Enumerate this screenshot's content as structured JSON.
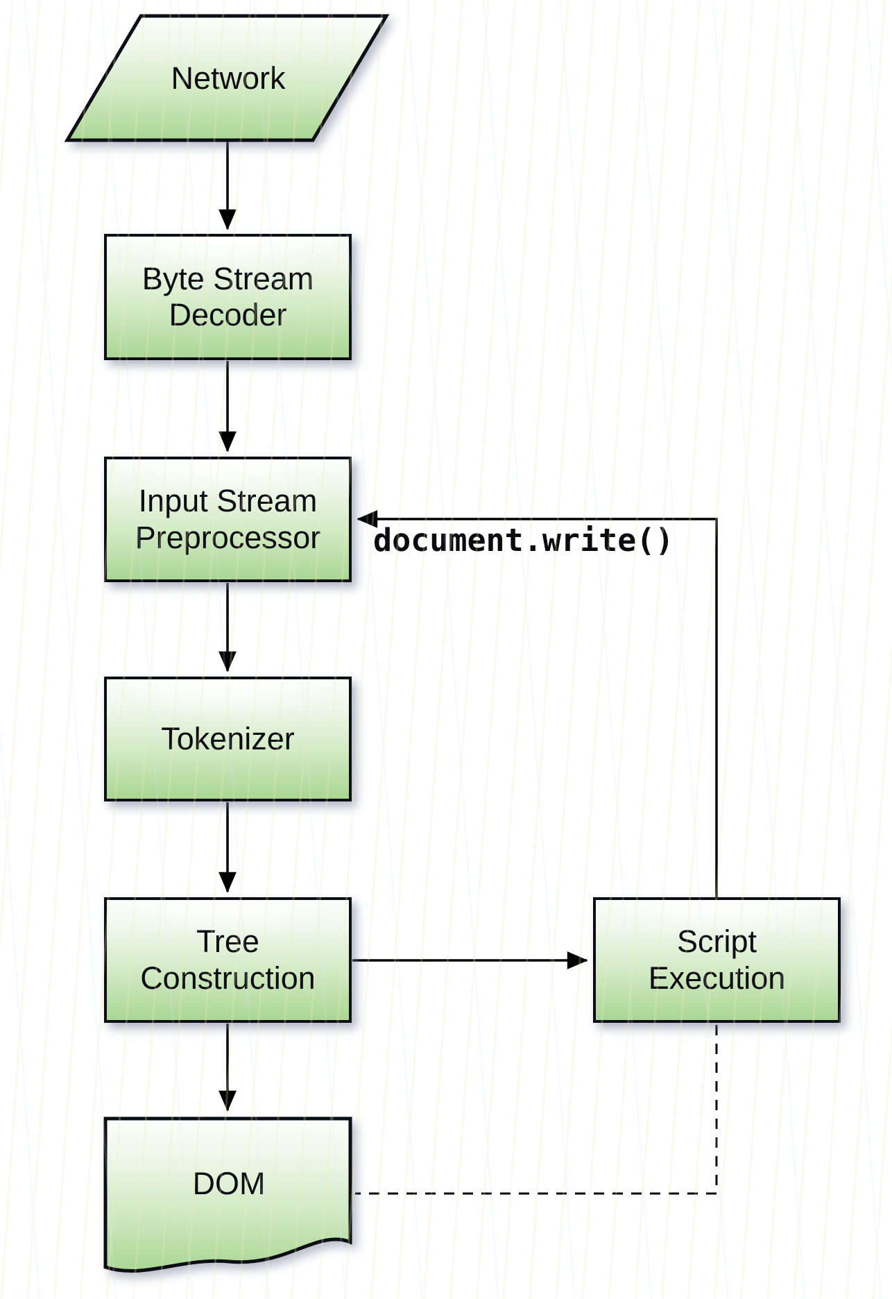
{
  "diagram_type": "flowchart",
  "colors": {
    "node_fill_top": "#fbfdfa",
    "node_fill_bottom": "#aad694",
    "node_border": "#0d0d14",
    "connector": "#000000",
    "text": "#0c0c12",
    "background": "#ffffff"
  },
  "nodes": {
    "network": {
      "label": "Network",
      "shape": "parallelogram"
    },
    "byte_stream_decoder": {
      "label": "Byte Stream\nDecoder",
      "shape": "rectangle"
    },
    "input_stream_preprocessor": {
      "label": "Input Stream\nPreprocessor",
      "shape": "rectangle"
    },
    "tokenizer": {
      "label": "Tokenizer",
      "shape": "rectangle"
    },
    "tree_construction": {
      "label": "Tree\nConstruction",
      "shape": "rectangle"
    },
    "script_execution": {
      "label": "Script\nExecution",
      "shape": "rectangle"
    },
    "dom": {
      "label": "DOM",
      "shape": "document"
    }
  },
  "edges": {
    "network_to_decoder": {
      "from": "network",
      "to": "byte_stream_decoder",
      "style": "solid-arrow"
    },
    "decoder_to_preprocessor": {
      "from": "byte_stream_decoder",
      "to": "input_stream_preprocessor",
      "style": "solid-arrow"
    },
    "preprocessor_to_tokenizer": {
      "from": "input_stream_preprocessor",
      "to": "tokenizer",
      "style": "solid-arrow"
    },
    "tokenizer_to_tree": {
      "from": "tokenizer",
      "to": "tree_construction",
      "style": "solid-arrow"
    },
    "tree_to_dom": {
      "from": "tree_construction",
      "to": "dom",
      "style": "solid-arrow"
    },
    "tree_to_script": {
      "from": "tree_construction",
      "to": "script_execution",
      "style": "solid-arrow"
    },
    "script_to_preprocessor": {
      "from": "script_execution",
      "to": "input_stream_preprocessor",
      "style": "solid-arrow",
      "label": "document.write()"
    },
    "script_to_dom": {
      "from": "script_execution",
      "to": "dom",
      "style": "dashed"
    }
  }
}
